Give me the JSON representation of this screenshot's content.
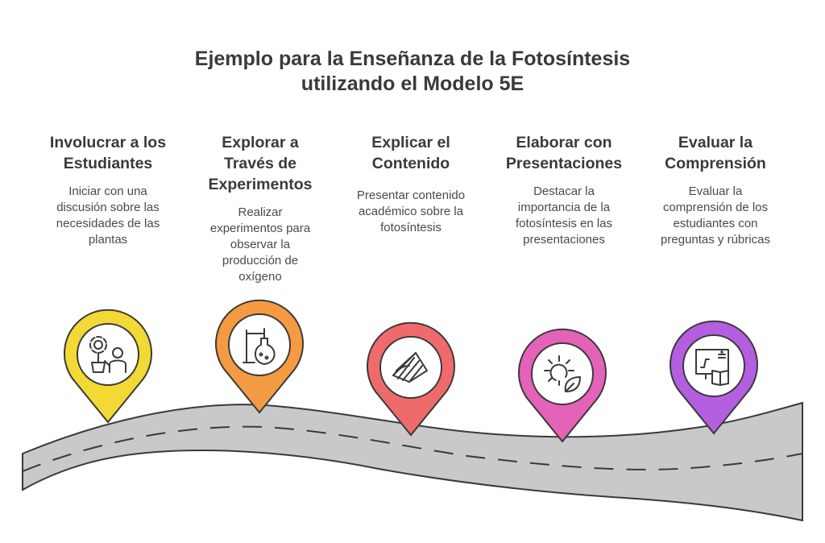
{
  "title": {
    "line1": "Ejemplo para la Enseñanza de la Fotosíntesis",
    "line2": "utilizando el Modelo 5E"
  },
  "steps": [
    {
      "heading": [
        "Involucrar a los",
        "Estudiantes"
      ],
      "description": [
        "Iniciar con una",
        "discusión sobre las",
        "necesidades de las",
        "plantas"
      ],
      "icon": "plant-and-child-icon",
      "color": "#f2d934"
    },
    {
      "heading": [
        "Explorar a",
        "Través de",
        "Experimentos"
      ],
      "description": [
        "Realizar",
        "experimentos para",
        "observar la",
        "producción de",
        "oxígeno"
      ],
      "icon": "lab-flask-icon",
      "color": "#f39a42"
    },
    {
      "heading": [
        "Explicar el",
        "Contenido"
      ],
      "description": [
        "Presentar contenido",
        "académico sobre la",
        "fotosíntesis"
      ],
      "icon": "open-book-icon",
      "color": "#ef6b6b"
    },
    {
      "heading": [
        "Elaborar con",
        "Presentaciones"
      ],
      "description": [
        "Destacar la",
        "importancia de la",
        "fotosíntesis en las",
        "presentaciones"
      ],
      "icon": "sun-and-leaf-icon",
      "color": "#e462b8"
    },
    {
      "heading": [
        "Evaluar la",
        "Comprensión"
      ],
      "description": [
        "Evaluar la",
        "comprensión de los",
        "estudiantes con",
        "preguntas y rúbricas"
      ],
      "icon": "board-and-book-icon",
      "color": "#b45ee0"
    }
  ]
}
